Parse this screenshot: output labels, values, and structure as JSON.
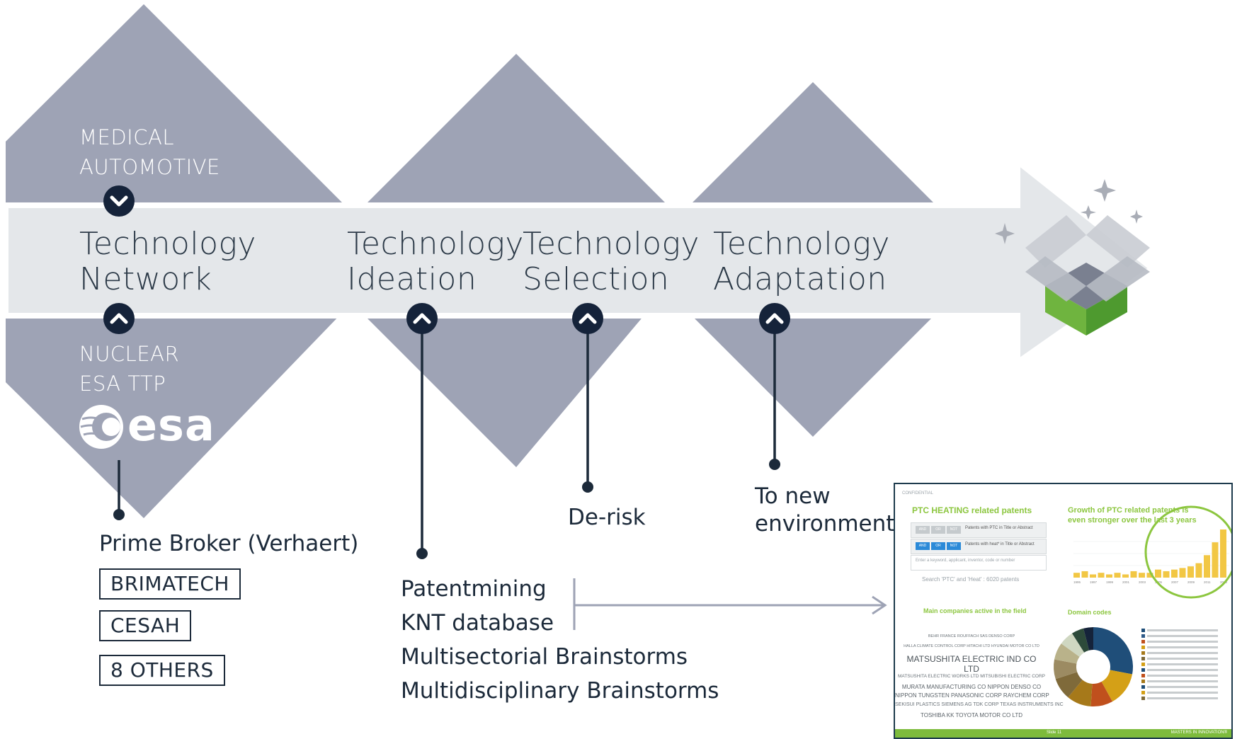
{
  "stages": [
    {
      "line1": "Technology",
      "line2": "Network"
    },
    {
      "line1": "Technology",
      "line2": "Ideation"
    },
    {
      "line1": "Technology",
      "line2": "Selection"
    },
    {
      "line1": "Technology",
      "line2": "Adaptation"
    }
  ],
  "sectors_top": [
    "MEDICAL",
    "AUTOMOTIVE"
  ],
  "sectors_bottom": [
    "NUCLEAR",
    "ESA TTP"
  ],
  "esa_logo_text": "esa",
  "network_annotation": {
    "title": "Prime Broker (Verhaert)",
    "boxes": [
      "BRIMATECH",
      "CESAH",
      "8 OTHERS"
    ]
  },
  "ideation_annotation": {
    "items": [
      "Patentmining",
      "KNT database",
      "Multisectorial Brainstorms",
      "Multidisciplinary Brainstorms"
    ]
  },
  "selection_annotation": "De-risk",
  "adaptation_annotation": {
    "line1": "To new",
    "line2": "environment"
  },
  "slide": {
    "confidential": "CONFIDENTIAL",
    "title_left": "PTC HEATING  related  patents",
    "search_rows": [
      {
        "pills": [
          "AND",
          "OR",
          "NOT"
        ],
        "label": "Patents with PTC in Title or Abstract"
      },
      {
        "pills": [
          "AND",
          "OR",
          "NOT"
        ],
        "label": "Patents with heat* in Title or Abstract"
      }
    ],
    "search_placeholder": "Enter a keyword, applicant, inventor, code or number",
    "search_result": "Search 'PTC' and 'Heat' : 6020  patents",
    "title_right_line1": "Growth of PTC related patents is",
    "title_right_line2": "even stronger over the last 3 years",
    "companies_title": "Main companies active in the field",
    "domain_title": "Domain codes",
    "companies": [
      "BEHR FRANCE ROUFFACH SAS  DENSO CORP",
      "HALLA CLIMATE CONTROL CORP HITACHI LTD HYUNDAI MOTOR CO LTD",
      "MATSUSHITA ELECTRIC IND CO",
      "LTD",
      "MATSUSHITA ELECTRIC WORKS LTD  MITSUBISHI ELECTRIC CORP",
      "MURATA MANUFACTURING CO NIPPON DENSO CO",
      "NIPPON TUNGSTEN  PANASONIC CORP  RAYCHEM CORP",
      "SEKISUI PLASTICS  SIEMENS AG  TDK CORP TEXAS INSTRUMENTS INC",
      "TOSHIBA KK  TOYOTA MOTOR CO LTD"
    ],
    "bar_values": [
      3,
      4,
      2,
      3,
      2,
      3,
      2,
      4,
      3,
      3,
      5,
      4,
      5,
      6,
      7,
      9,
      14,
      22,
      30
    ],
    "year_ticks": [
      "1995",
      "1997",
      "1999",
      "2001",
      "2003",
      "2005",
      "2007",
      "2009",
      "2011",
      "2013"
    ],
    "donut": [
      {
        "value": 28,
        "color": "#1f4e79"
      },
      {
        "value": 14,
        "color": "#d4a017"
      },
      {
        "value": 9,
        "color": "#c0501d"
      },
      {
        "value": 10,
        "color": "#a6791a"
      },
      {
        "value": 9,
        "color": "#7f6a3a"
      },
      {
        "value": 8,
        "color": "#9c8b62"
      },
      {
        "value": 7,
        "color": "#b9b28a"
      },
      {
        "value": 6,
        "color": "#cfd7c1"
      },
      {
        "value": 5,
        "color": "#2d4a3a"
      },
      {
        "value": 4,
        "color": "#15233a"
      }
    ],
    "legend_colors": [
      "#1f4e79",
      "#2e5a88",
      "#c0501d",
      "#d4a017",
      "#a6791a",
      "#7f6a3a",
      "#d4a017",
      "#1f4e79",
      "#c0501d",
      "#a6791a",
      "#1f4e79",
      "#d4a017",
      "#7f6a3a"
    ],
    "footer_center": "Slide 11",
    "footer_right": "MASTERS IN INNOVATION®"
  }
}
